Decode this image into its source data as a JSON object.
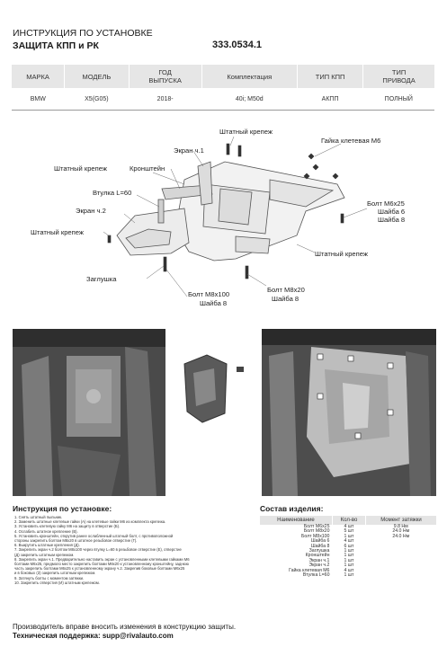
{
  "header": {
    "line1": "ИНСТРУКЦИЯ ПО УСТАНОВКЕ",
    "line2": "ЗАЩИТА КПП и РК",
    "code": "333.0534.1"
  },
  "spec_table": {
    "columns": [
      "МАРКА",
      "МОДЕЛЬ",
      "ГОД\nВЫПУСКА",
      "Комплектация",
      "ТИП КПП",
      "ТИП\nПРИВОДА"
    ],
    "row": [
      "BMW",
      "X5(G05)",
      "2018-",
      "40i; M50d",
      "АКПП",
      "ПОЛНЫЙ"
    ]
  },
  "diagram": {
    "labels": {
      "ekran1": "Экран ч.1",
      "shtat_top": "Штатный крепеж",
      "gaika": "Гайка клетевая М6",
      "shtat_left": "Штатный крепеж",
      "kronshtein": "Кронштейн",
      "vtulka": "Втулка L=60",
      "ekran2": "Экран ч.2",
      "shtat_left2": "Штатный крепеж",
      "bolt_m6": "Болт М6х25",
      "shaiba6": "Шайба 6",
      "shaiba8_r": "Шайба 8",
      "shtat_right": "Штатный крепеж",
      "zaglushka": "Заглушка",
      "bolt_m8_20": "Болт М8х20",
      "shaiba8_c": "Шайба 8",
      "bolt_m8_100": "Болт М8х100",
      "shaiba8_l": "Шайба 8"
    }
  },
  "instructions": {
    "title": "Инструкция по установке:",
    "steps": [
      "1. Снять штатный пыльник.",
      "2. Заменить штатные клетевые гайки (А) на клетевые гайки М6 из комплекта крепежа.",
      "3. Установить клетевую гайку М6 на защиту в отверстие (Б).",
      "4. Ослабить штатное крепление (В).",
      "5. Установить кронштейн, открутив ранее ослабленный штатный болт, с противоположной",
      "стороны закрепить болтом М8х20 в штатное резьбовое отверстие (Г).",
      "6. Выкрутить штатные крепления (Д).",
      "7. Закрепить экран ч.2 болтом М8х100 через втулку L=60 в резьбовое отверстие (Е), отверстие",
      "(Д) закрепить штатным крепежом.",
      "8. Закрепить экран ч.1. Предварительно наставить экран с установленными клетевыми гайками М6",
      "болтами М6х25, предмоло место закрепить болтами М8х20 к установленному кронштейну, заднюю",
      "часть закрепить болтами М6х25 к установленному экрану ч.2. Закрепив боковые болтами М6х25",
      "и в боковых (З) закрепить штатным крепежом.",
      "9. Затянуть болты с моментом затяжки.",
      "10. Закрепить отверстия (И) штатным крепежом."
    ]
  },
  "kit": {
    "title": "Состав изделия:",
    "columns": [
      "Наименование",
      "Кол-во",
      "Момент затяжки"
    ],
    "rows": [
      [
        "Болт М6х25",
        "4 шт",
        "9.8 Нм"
      ],
      [
        "Болт М8х20",
        "5 шт",
        "24.0 Нм"
      ],
      [
        "Болт М8х100",
        "1 шт",
        "24.0 Нм"
      ],
      [
        "Шайба 6",
        "4 шт",
        ""
      ],
      [
        "Шайба 8",
        "6 шт",
        ""
      ],
      [
        "Заглушка",
        "1 шт",
        ""
      ],
      [
        "Кронштейн",
        "1 шт",
        ""
      ],
      [
        "Экран ч.1",
        "1 шт",
        ""
      ],
      [
        "Экран ч.2",
        "1 шт",
        ""
      ],
      [
        "Гайка клетевая М6",
        "4 шт",
        ""
      ],
      [
        "Втулка L=60",
        "1 шт",
        ""
      ]
    ]
  },
  "footer": {
    "line1": "Производитель вправе вносить изменения в конструкцию защиты.",
    "line2": "Техническая поддержка: supp@rivalauto.com"
  }
}
